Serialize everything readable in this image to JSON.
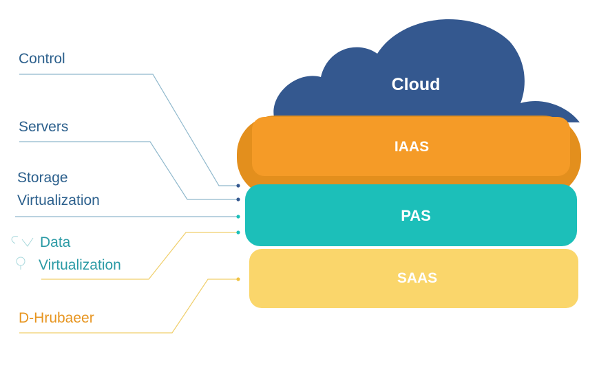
{
  "colors": {
    "cloud": "#34588f",
    "iaas": "#f59b27",
    "iaas_rim": "#e38f1d",
    "pas": "#1cbfb9",
    "saas": "#fad66b",
    "label_blue": "#2b5f8c",
    "label_teal": "#2a9aa5",
    "label_orange": "#e79520",
    "line_blue": "#8fb8cc",
    "line_yellow": "#f0cf6b"
  },
  "layers": {
    "cloud": "Cloud",
    "iaas": "IAAS",
    "pas": "PAS",
    "saas": "SAAS"
  },
  "labels": {
    "control": "Control",
    "servers": "Servers",
    "storage_line1": "Storage",
    "storage_line2": "Virtualization",
    "data_line1": "Data",
    "data_line2": "Virtualization",
    "bottom": "D-Hrubaeer"
  }
}
